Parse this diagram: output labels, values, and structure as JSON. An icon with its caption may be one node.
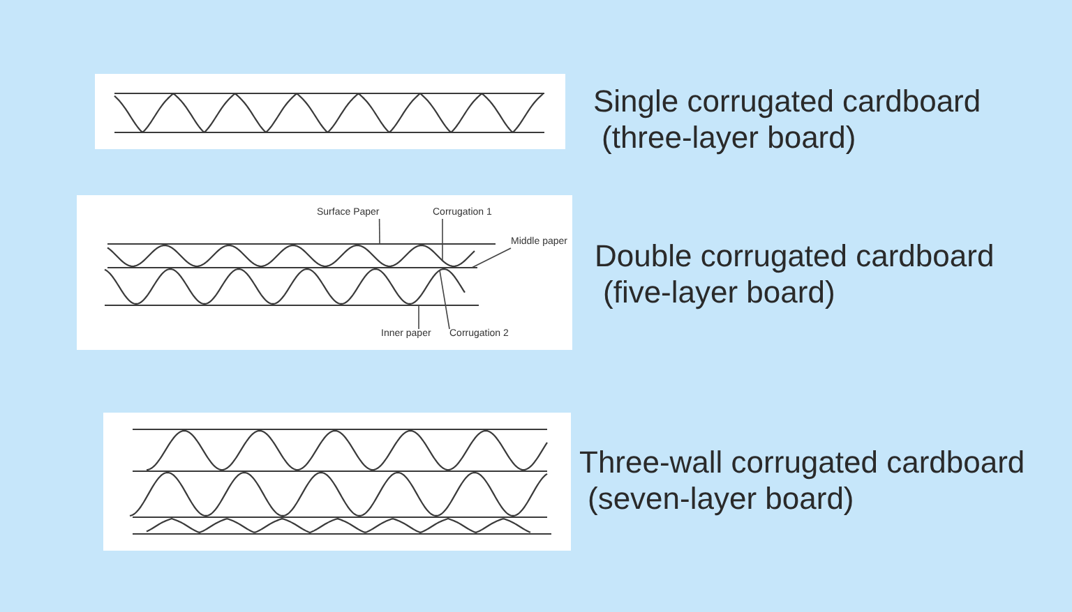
{
  "diagram": {
    "nodes": [
      {
        "text": [],
        "shape": "picture",
        "beside": [
          "Single corrugated cardboard (three-layer board)"
        ]
      },
      {
        "text": [],
        "shape": "picture",
        "beside": [
          "Double corrugated cardboard (five-layer board)"
        ]
      },
      {
        "text": [
          "Surface Paper"
        ],
        "in": 1
      },
      {
        "text": [
          "Corrugation 1"
        ],
        "in": 1
      },
      {
        "text": [
          "Middle paper"
        ],
        "in": 1
      },
      {
        "text": [
          "Inner paper"
        ],
        "in": 1
      },
      {
        "text": [
          "Corrugation 2"
        ],
        "in": 1
      },
      {
        "text": [],
        "shape": "line",
        "in": 1
      },
      {
        "text": [],
        "shape": "wave",
        "in": 1
      },
      {
        "text": [],
        "shape": "line",
        "in": 1
      },
      {
        "text": [],
        "shape": "line",
        "in": 1
      },
      {
        "text": [],
        "shape": "wave",
        "in": 1
      },
      {
        "text": [],
        "shape": "picture",
        "beside": [
          "Three-wall corrugated cardboard (seven-layer board)"
        ]
      }
    ],
    "edges": [
      {
        "from": 2,
        "to": 7,
        "arrow": "none"
      },
      {
        "from": 3,
        "to": 8,
        "arrow": "none"
      },
      {
        "from": 4,
        "to": 9,
        "arrow": "none"
      },
      {
        "from": 5,
        "to": 10,
        "arrow": "none"
      },
      {
        "from": 6,
        "to": 11,
        "arrow": "none"
      }
    ]
  }
}
